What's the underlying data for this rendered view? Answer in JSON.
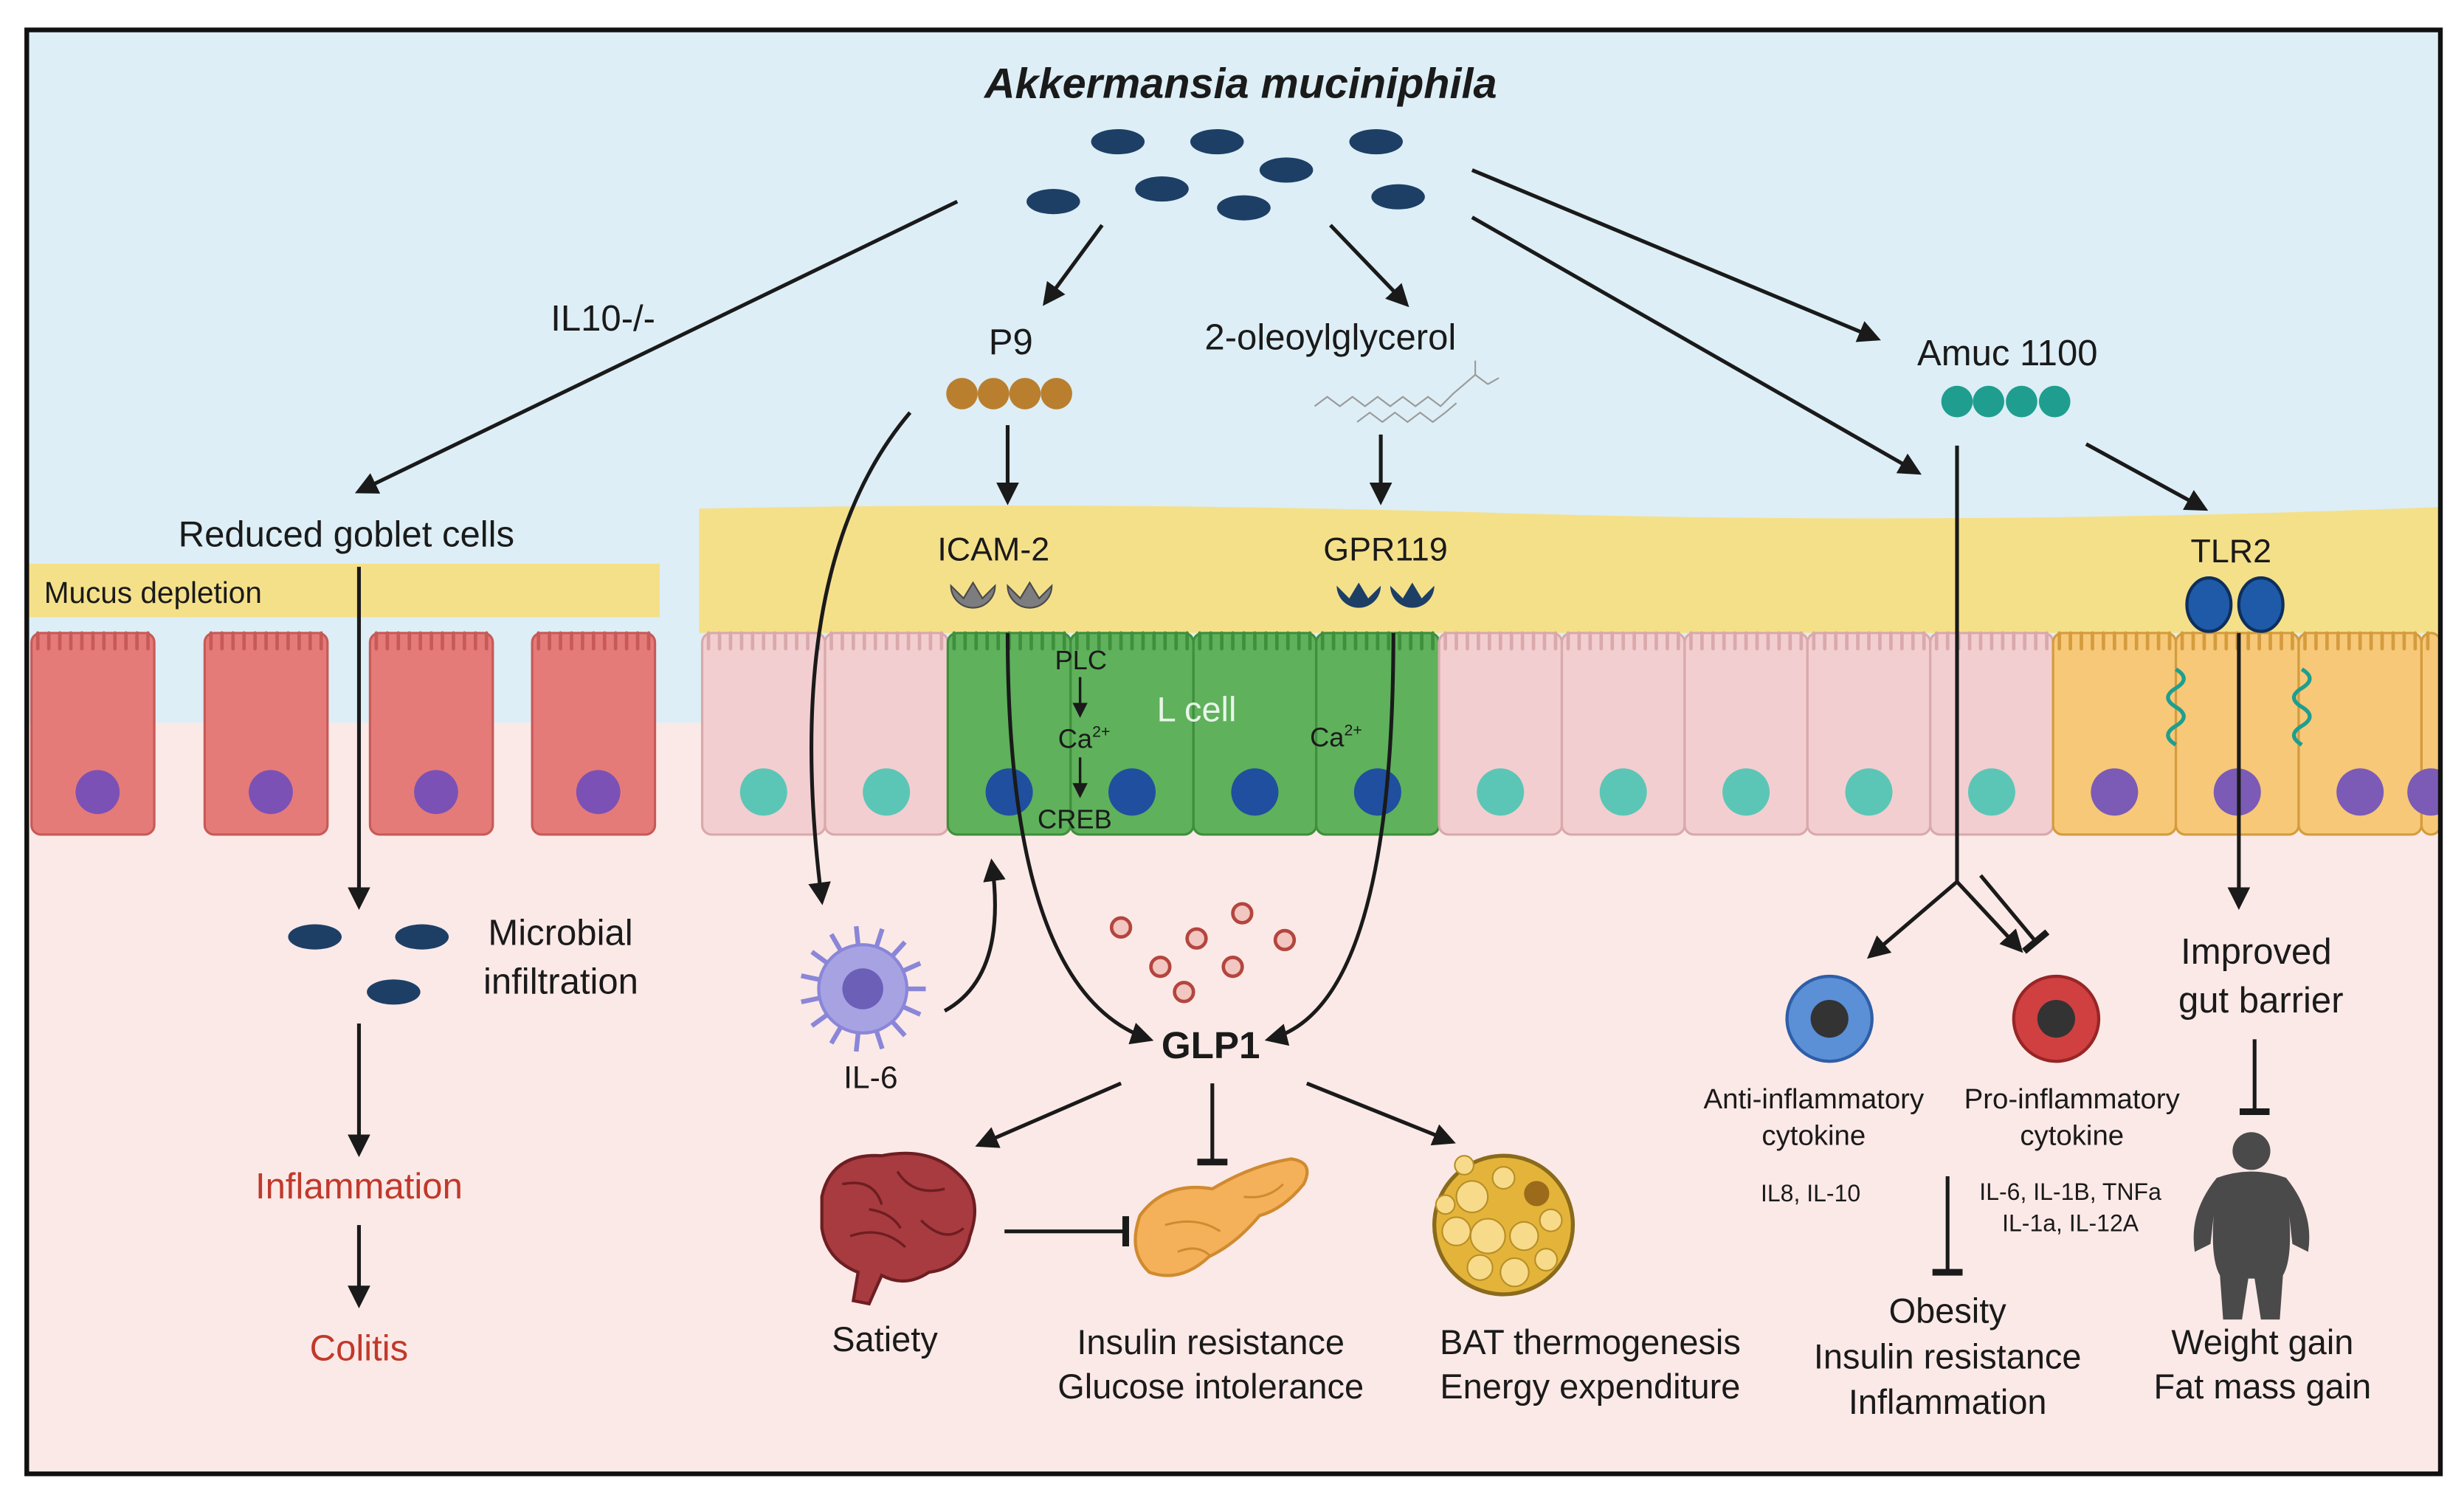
{
  "title": "Akkermansia muciniphila",
  "left_path": {
    "il10_label": "IL10-/-",
    "goblet_label": "Reduced goblet cells",
    "mucus_label": "Mucus depletion",
    "microbial_line1": "Microbial",
    "microbial_line2": "infiltration",
    "inflammation_label": "Inflammation",
    "colitis_label": "Colitis"
  },
  "center_path": {
    "p9_label": "P9",
    "oleoyl_label": "2-oleoylglycerol",
    "icam_label": "ICAM-2",
    "gpr_label": "GPR119",
    "plc_label": "PLC",
    "ca_label_1": "Ca",
    "ca_label_2": "Ca",
    "ca_superscript": "2+",
    "creb_label": "CREB",
    "lcell_label": "L cell",
    "il6_label": "IL-6",
    "glp1_label": "GLP1",
    "satiety_label": "Satiety",
    "insulin_line1": "Insulin resistance",
    "insulin_line2": "Glucose intolerance",
    "bat_line1": "BAT thermogenesis",
    "bat_line2": "Energy expenditure"
  },
  "right_path": {
    "amuc_label": "Amuc 1100",
    "tlr2_label": "TLR2",
    "anti_line1": "Anti-inflammatory",
    "anti_line2": "cytokine",
    "anti_list": "IL8, IL-10",
    "pro_line1": "Pro-inflammatory",
    "pro_line2": "cytokine",
    "pro_list_1": "IL-6, IL-1B, TNFa",
    "pro_list_2": "IL-1a, IL-12A",
    "obesity_line1": "Obesity",
    "obesity_line2": "Insulin resistance",
    "obesity_line3": "Inflammation",
    "barrier_line1": "Improved",
    "barrier_line2": "gut barrier",
    "weight_line1": "Weight gain",
    "weight_line2": "Fat mass gain"
  },
  "colors": {
    "lumen": "#ddeef6",
    "tissue": "#fbe9e7",
    "mucus": "#f5e08a",
    "bacteria": "#1d3f66",
    "goblet_cell": "#e57b78",
    "epithelial": "#f3ced0",
    "lcell": "#5fb15c",
    "tlr_cells": "#f7c877",
    "red_text": "#c0392b"
  }
}
